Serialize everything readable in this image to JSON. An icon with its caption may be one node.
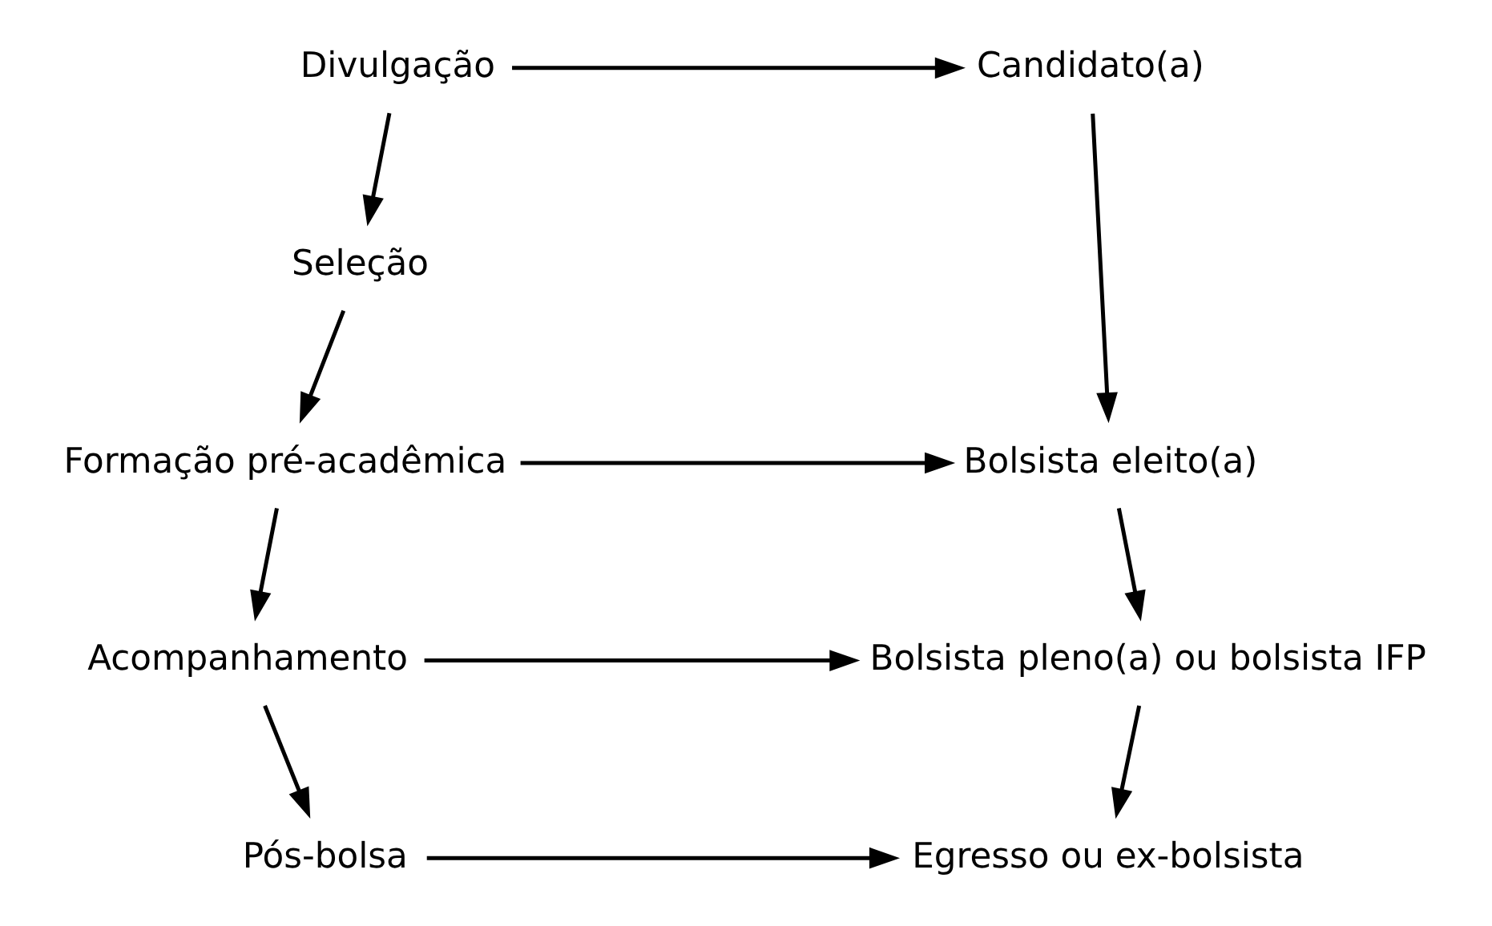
{
  "diagram": {
    "nodes": [
      {
        "text": [
          "Divulgação"
        ]
      },
      {
        "text": [
          "Seleção"
        ]
      },
      {
        "text": [
          "Formação pré-acadêmica"
        ]
      },
      {
        "text": [
          "Acompanhamento"
        ]
      },
      {
        "text": [
          "Pós-bolsa"
        ]
      },
      {
        "text": [
          "Candidato(a)"
        ]
      },
      {
        "text": [
          "Bolsista eleito(a)"
        ]
      },
      {
        "text": [
          "Bolsista pleno(a) ou bolsista IFP"
        ]
      },
      {
        "text": [
          "Egresso ou ex-bolsista"
        ]
      }
    ],
    "edges": [
      {
        "from": 0,
        "to": 1,
        "arrow": "to"
      },
      {
        "from": 0,
        "to": 5,
        "arrow": "to"
      },
      {
        "from": 1,
        "to": 2,
        "arrow": "to"
      },
      {
        "from": 5,
        "to": 6,
        "arrow": "to"
      },
      {
        "from": 2,
        "to": 6,
        "arrow": "to"
      },
      {
        "from": 2,
        "to": 3,
        "arrow": "to"
      },
      {
        "from": 6,
        "to": 7,
        "arrow": "to"
      },
      {
        "from": 3,
        "to": 7,
        "arrow": "to"
      },
      {
        "from": 3,
        "to": 4,
        "arrow": "to"
      },
      {
        "from": 7,
        "to": 8,
        "arrow": "to"
      },
      {
        "from": 4,
        "to": 8,
        "arrow": "to"
      }
    ]
  }
}
